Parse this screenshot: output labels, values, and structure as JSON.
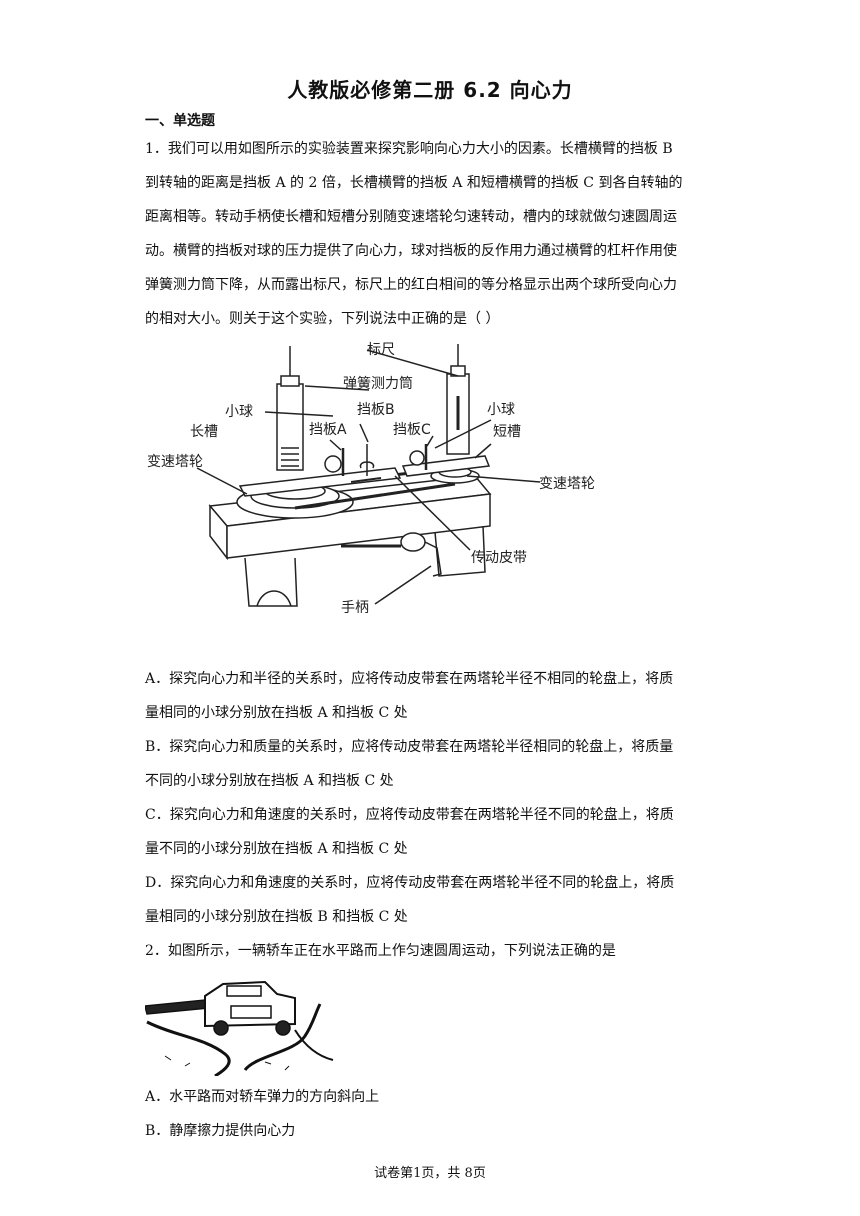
{
  "title": "人教版必修第二册 6.2 向心力",
  "section": "一、单选题",
  "q1": {
    "lines": [
      "1．我们可以用如图所示的实验装置来探究影响向心力大小的因素。长槽横臂的挡板 B",
      "到转轴的距离是挡板 A 的 2 倍，长槽横臂的挡板 A 和短槽横臂的挡板 C 到各自转轴的",
      "距离相等。转动手柄使长槽和短槽分别随变速塔轮匀速转动，槽内的球就做匀速圆周运",
      "动。横臂的挡板对球的压力提供了向心力，球对挡板的反作用力通过横臂的杠杆作用使",
      "弹簧测力筒下降，从而露出标尺，标尺上的红白相间的等分格显示出两个球所受向心力",
      "的相对大小。则关于这个实验，下列说法中正确的是（        ）"
    ],
    "figure_labels": {
      "biaochi": "标尺",
      "tanhuang": "弹簧测力筒",
      "xiaoqiu_left": "小球",
      "changcao": "长槽",
      "dangban_b": "挡板B",
      "dangban_a": "挡板A",
      "dangban_c": "挡板C",
      "xiaoqiu_right": "小球",
      "duancao": "短槽",
      "biansu_left": "变速塔轮",
      "biansu_right": "变速塔轮",
      "chuandong": "传动皮带",
      "shoubing": "手柄"
    },
    "options": [
      [
        "A．探究向心力和半径的关系时，应将传动皮带套在两塔轮半径不相同的轮盘上，将质",
        "量相同的小球分别放在挡板 A 和挡板 C 处"
      ],
      [
        "B．探究向心力和质量的关系时，应将传动皮带套在两塔轮半径相同的轮盘上，将质量",
        "不同的小球分别放在挡板 A 和挡板 C 处"
      ],
      [
        "C．探究向心力和角速度的关系时，应将传动皮带套在两塔轮半径不同的轮盘上，将质",
        "量不同的小球分别放在挡板 A 和挡板 C 处"
      ],
      [
        "D．探究向心力和角速度的关系时，应将传动皮带套在两塔轮半径不同的轮盘上，将质",
        "量相同的小球分别放在挡板 B 和挡板 C 处"
      ]
    ]
  },
  "q2": {
    "stem": "2．如图所示，一辆轿车正在水平路而上作匀速圆周运动，下列说法正确的是",
    "options": [
      "A．水平路而对轿车弹力的方向斜向上",
      "B．静摩擦力提供向心力"
    ]
  },
  "footer": "试卷第1页，共 8页"
}
